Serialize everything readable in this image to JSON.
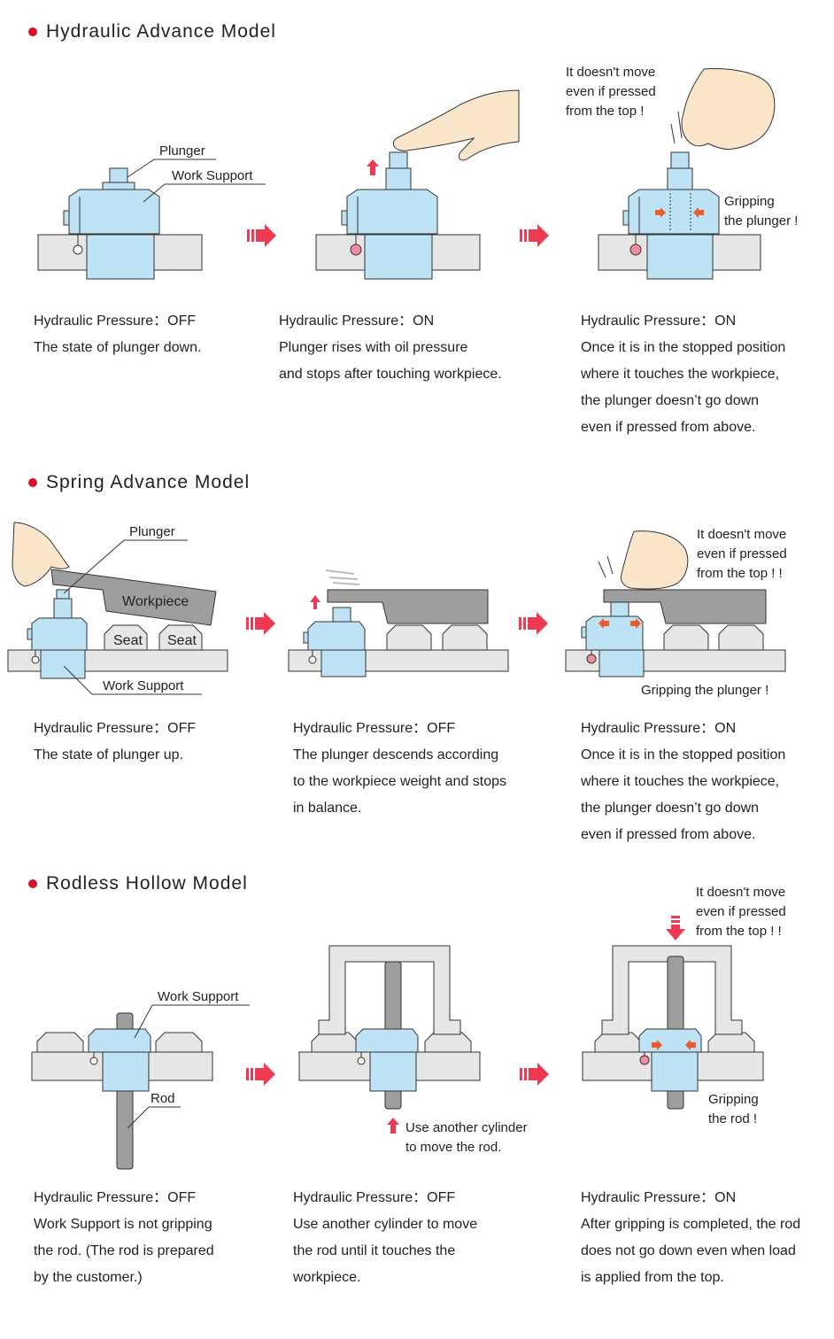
{
  "sections": [
    {
      "title": "Hydraulic Advance Model",
      "labels": {
        "plunger": "Plunger",
        "work_support": "Work Support"
      },
      "callout_top": [
        "It doesn't move",
        "even if pressed",
        "from the top !"
      ],
      "callout_grip": [
        "Gripping",
        "the plunger !"
      ],
      "steps": [
        {
          "pressure": "Hydraulic Pressure：OFF",
          "lines": [
            "The state of plunger down."
          ]
        },
        {
          "pressure": "Hydraulic Pressure：ON",
          "lines": [
            "Plunger rises with oil pressure",
            "and stops after touching workpiece."
          ]
        },
        {
          "pressure": "Hydraulic Pressure：ON",
          "lines": [
            "Once it is in the stopped position",
            "where it touches the workpiece,",
            "the plunger doesn’t go down",
            "even if pressed from above."
          ]
        }
      ]
    },
    {
      "title": "Spring Advance Model",
      "labels": {
        "plunger": "Plunger",
        "workpiece": "Workpiece",
        "seat1": "Seat",
        "seat2": "Seat",
        "work_support": "Work Support"
      },
      "callout_top": [
        "It doesn't move",
        "even if pressed",
        "from the top ! !"
      ],
      "callout_grip": [
        "Gripping the plunger !"
      ],
      "steps": [
        {
          "pressure": "Hydraulic Pressure：OFF",
          "lines": [
            "The state of plunger up."
          ]
        },
        {
          "pressure": "Hydraulic Pressure：OFF",
          "lines": [
            "The plunger descends according",
            "to the workpiece weight and stops",
            "in balance."
          ]
        },
        {
          "pressure": "Hydraulic Pressure：ON",
          "lines": [
            "Once it is in the stopped position",
            "where it touches the workpiece,",
            "the plunger doesn’t go down",
            "even if pressed from above."
          ]
        }
      ]
    },
    {
      "title": "Rodless Hollow Model",
      "labels": {
        "work_support": "Work Support",
        "rod": "Rod"
      },
      "callout_cylinder": [
        "Use another cylinder",
        "to move the rod."
      ],
      "callout_top": [
        "It doesn't move",
        "even if pressed",
        "from the top ! !"
      ],
      "callout_grip": [
        "Gripping",
        "the rod !"
      ],
      "steps": [
        {
          "pressure": "Hydraulic Pressure：OFF",
          "lines": [
            "Work Support is not gripping",
            "the rod.  (The rod is prepared",
            "by the customer.)"
          ]
        },
        {
          "pressure": "Hydraulic Pressure：OFF",
          "lines": [
            "Use another cylinder to move",
            "the rod until it touches the",
            "workpiece."
          ]
        },
        {
          "pressure": "Hydraulic Pressure：ON",
          "lines": [
            "After gripping is completed, the rod",
            "does not go down even when load",
            "is applied from the top."
          ]
        }
      ]
    }
  ],
  "colors": {
    "bullet": "#d3132a",
    "body": "#bde3f5",
    "base": "#e6e6e6",
    "work": "#9e9e9e",
    "arrow": "#ee3a52",
    "hand": "#fbe6cc"
  }
}
